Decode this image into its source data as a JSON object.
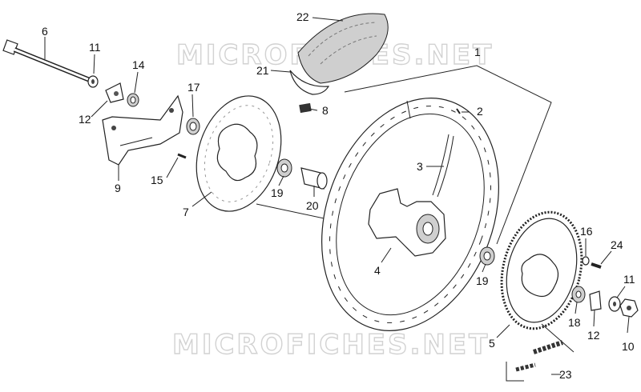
{
  "watermark": "MICROFICHES.NET",
  "callouts": {
    "c1": "1",
    "c2": "2",
    "c3": "3",
    "c4": "4",
    "c5": "5",
    "c6": "6",
    "c7": "7",
    "c8": "8",
    "c9": "9",
    "c10": "10",
    "c11a": "11",
    "c11b": "11",
    "c12a": "12",
    "c12b": "12",
    "c14": "14",
    "c15": "15",
    "c16": "16",
    "c17": "17",
    "c18": "18",
    "c19a": "19",
    "c19b": "19",
    "c20": "20",
    "c21": "21",
    "c22": "22",
    "c23": "23",
    "c24": "24"
  }
}
